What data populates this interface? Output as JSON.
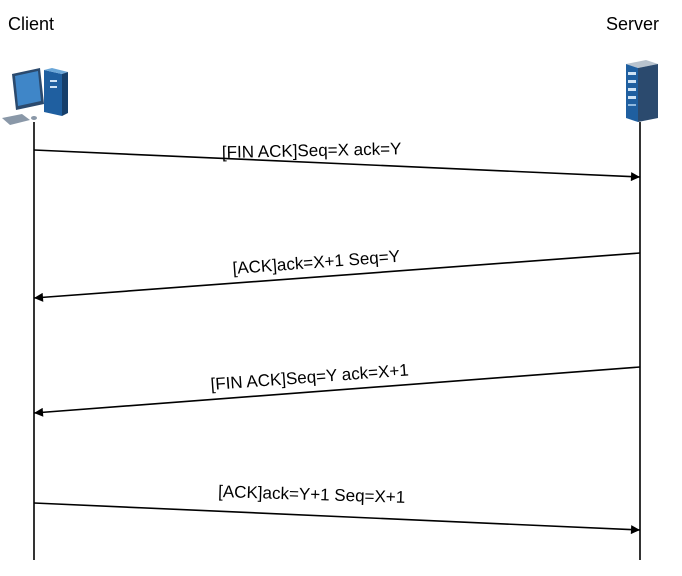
{
  "client": {
    "label": "Client",
    "icon": "desktop-computer-icon"
  },
  "server": {
    "label": "Server",
    "icon": "tower-server-icon"
  },
  "messages": [
    {
      "label": "[FIN ACK]Seq=X ack=Y",
      "from": "client",
      "to": "server"
    },
    {
      "label": "[ACK]ack=X+1 Seq=Y",
      "from": "server",
      "to": "client"
    },
    {
      "label": "[FIN ACK]Seq=Y ack=X+1",
      "from": "server",
      "to": "client"
    },
    {
      "label": "[ACK]ack=Y+1 Seq=X+1",
      "from": "client",
      "to": "server"
    }
  ],
  "colors": {
    "line": "#000000",
    "icon_blue": "#1f5fa0",
    "icon_dark": "#2b4a6e",
    "icon_gray": "#8a98a8"
  }
}
